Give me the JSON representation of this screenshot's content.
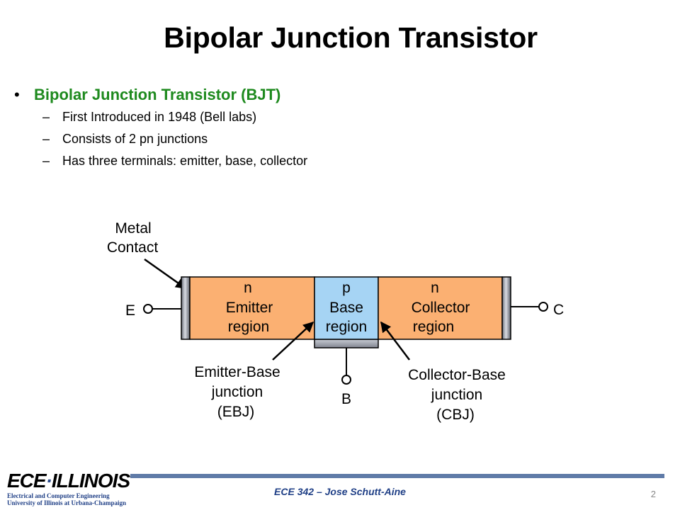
{
  "slide": {
    "title": "Bipolar Junction Transistor",
    "bullet": {
      "marker": "•",
      "text": "Bipolar Junction Transistor (BJT)",
      "color": "#1e8a1e",
      "items": [
        {
          "dash": "–",
          "text": "First Introduced in 1948 (Bell labs)"
        },
        {
          "dash": "–",
          "text": "Consists of 2 pn junctions"
        },
        {
          "dash": "–",
          "text": "Has three terminals: emitter, base, collector"
        }
      ]
    }
  },
  "diagram": {
    "metal_contact": [
      "Metal",
      "Contact"
    ],
    "terminals": {
      "emitter": "E",
      "collector": "C",
      "base": "B"
    },
    "regions": {
      "emitter": [
        "n",
        "Emitter",
        "region"
      ],
      "base": [
        "p",
        "Base",
        "region"
      ],
      "collector": [
        "n",
        "Collector",
        "region"
      ]
    },
    "junctions": {
      "ebj": [
        "Emitter-Base",
        "junction",
        "(EBJ)"
      ],
      "cbj": [
        "Collector-Base",
        "junction",
        "(CBJ)"
      ]
    },
    "colors": {
      "n_region": "#fbb072",
      "p_region": "#a6d4f4",
      "metal": "#8a8f9c"
    }
  },
  "footer": {
    "logo_main_left": "ECE",
    "logo_main_dot": "·",
    "logo_main_right": "ILLINOIS",
    "logo_line1": "Electrical and Computer Engineering",
    "logo_line2": "University of Illinois at Urbana-Champaign",
    "course": "ECE 342 – Jose Schutt-Aine",
    "page_number": "2",
    "bar_color": "#5f7ba8"
  }
}
